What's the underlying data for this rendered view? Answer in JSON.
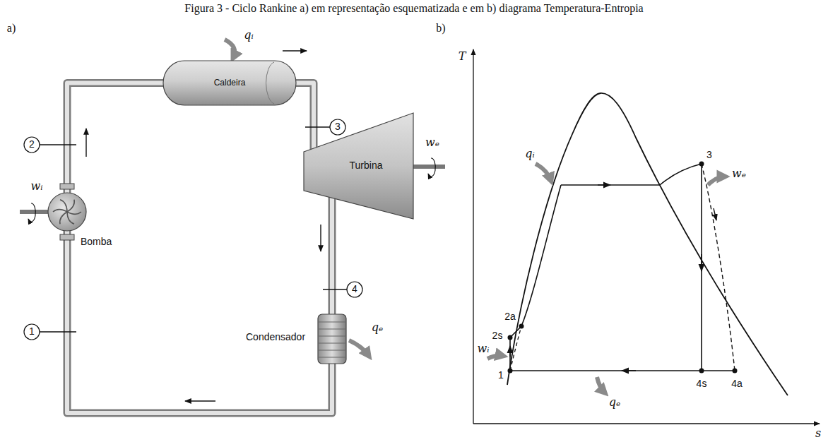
{
  "diagram": {
    "title": "Figura 3 - Ciclo Rankine a) em representação esquematizada e em b) diagrama Temperatura-Entropia",
    "nodes": [
      {
        "text": [
          "Caldeira"
        ]
      },
      {
        "text": [
          "Turbina"
        ]
      },
      {
        "text": [
          "Bomba"
        ]
      },
      {
        "text": [
          "Condensador"
        ]
      }
    ],
    "edges": [
      {
        "from": 2,
        "to": 0,
        "arrow": "none"
      },
      {
        "from": 0,
        "to": 1,
        "arrow": "none"
      },
      {
        "from": 1,
        "to": 3,
        "arrow": "none"
      },
      {
        "from": 3,
        "to": 2,
        "arrow": "none"
      }
    ],
    "labels": [
      "a)",
      "b)",
      "qᵢ",
      "wᵢ",
      "wₑ",
      "qₑ",
      "2",
      "3",
      "4",
      "1",
      "T",
      "s",
      "qᵢ",
      "wₑ",
      "wᵢ",
      "qₑ",
      "3",
      "2a",
      "2s",
      "1",
      "4s",
      "4a"
    ]
  }
}
